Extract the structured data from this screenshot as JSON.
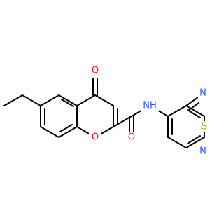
{
  "molecule": {
    "colors": {
      "bond": "#000000",
      "carbon": "#000000",
      "oxygen": "#ff0d0d",
      "nitrogen": "#3050f8",
      "sulfur": "#c8a000",
      "background": "#ffffff"
    },
    "atom_labels": {
      "carbonyl_oxygen": "O",
      "ring_oxygen": "O",
      "amide_oxygen": "O",
      "amide_nh": "NH",
      "thiadiazole_n_upper": "N",
      "thiadiazole_s": "S",
      "thiadiazole_n_lower": "N"
    }
  }
}
